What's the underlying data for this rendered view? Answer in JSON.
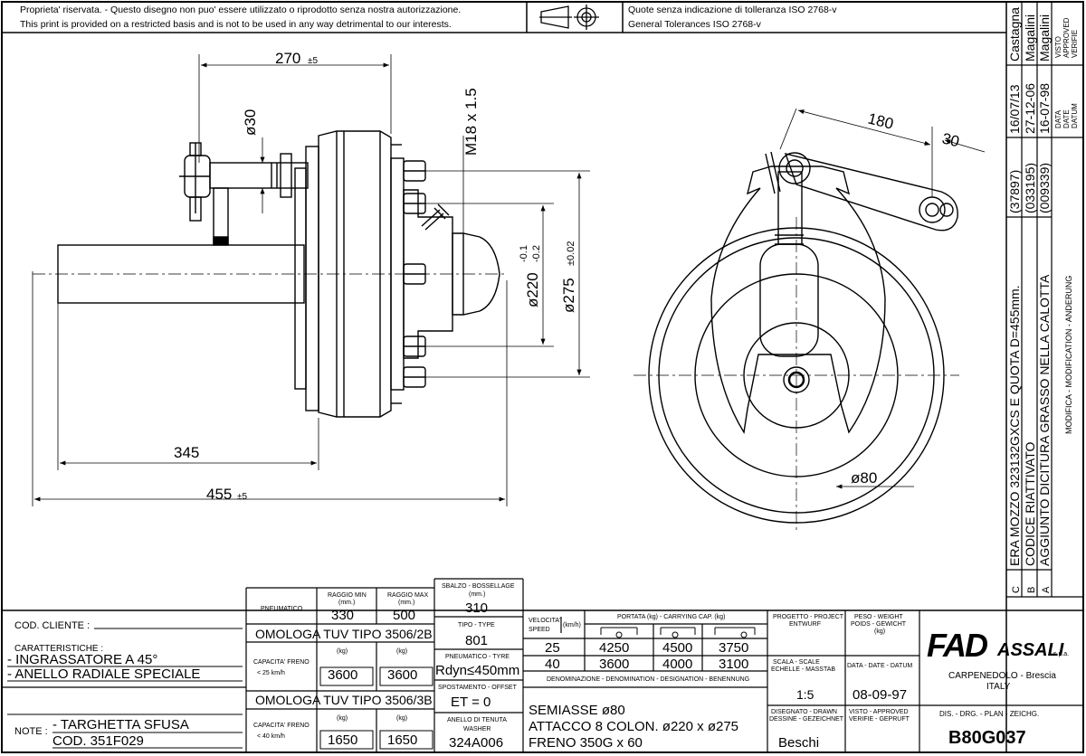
{
  "header": {
    "notice_it": "Proprieta' riservata. - Questo disegno non puo' essere utilizzato o riprodotto senza nostra autorizzazione.",
    "notice_en": "This print is provided on a restricted basis and is not to be used in any way detrimental to our interests.",
    "tolerance_it": "Quote senza indicazione di tolleranza ISO 2768-v",
    "tolerance_en": "General Tolerances ISO 2768-v"
  },
  "dimensions": {
    "d270": "270",
    "d270_tol": "±5",
    "d30": "ø30",
    "m18": "M18 x 1.5",
    "d220": "ø220",
    "d220_tol_up": "-0.1",
    "d220_tol_dn": "-0.2",
    "d275": "ø275",
    "d275_tol": "±0.02",
    "d345": "345",
    "d455": "455",
    "d455_tol": "±5",
    "d180": "180",
    "d30b": "30",
    "d80": "ø80"
  },
  "revisions": {
    "rows": [
      {
        "letter": "C",
        "desc": "ERA MOZZO 323132GXCS E QUOTA D=455mm.",
        "ref": "(37897)",
        "date": "16/07/13",
        "visto": "Castagna"
      },
      {
        "letter": "B",
        "desc": "CODICE RIATTIVATO",
        "ref": "(033195)",
        "date": "27-12-06",
        "visto": "Magalini"
      },
      {
        "letter": "A",
        "desc": "AGGIUNTO DICITURA GRASSO NELLA CALOTTA",
        "ref": "(009339)",
        "date": "16-07-98",
        "visto": "Magalini"
      }
    ],
    "col_modifica": "MODIFICA - MODIFICATION - ANDERUNG",
    "col_date_1": "DATA",
    "col_date_2": "DATE",
    "col_date_3": "DATUM",
    "col_visto_1": "VISTO",
    "col_visto_2": "APPROVED",
    "col_visto_3": "VERIFIE"
  },
  "title_block": {
    "cod_cliente": "COD. CLIENTE :",
    "caratteristiche": "CARATTERISTICHE :",
    "char_1": "- INGRASSATORE A 45°",
    "char_2": "- ANELLO RADIALE SPECIALE",
    "note_label": "NOTE :",
    "note_1": "- TARGHETTA SFUSA",
    "note_2": "COD. 351F029",
    "pneumatico": "PNEUMATICO",
    "raggio_min_1": "RAGGIO MIN",
    "raggio_min_2": "(mm.)",
    "raggio_max_1": "RAGGIO MAX",
    "raggio_max_2": "(mm.)",
    "raggio_min": "330",
    "raggio_max": "500",
    "omologa_1": "OMOLOGA TUV TIPO 3506/2B",
    "omologa_2": "OMOLOGA TUV TIPO 3506/3B",
    "cap_freno": "CAPACITA' FRENO",
    "cap_25": "< 25 km/h",
    "cap_40": "< 40 km/h",
    "kg": "(kg)",
    "cap_1a": "3600",
    "cap_1b": "3600",
    "cap_2a": "1650",
    "cap_2b": "1650",
    "sbalzo_1": "SBALZO - BOSSELLAGE",
    "sbalzo_2": "(mm.)",
    "sbalzo": "310",
    "tipo_label": "TIPO - TYPE",
    "tipo": "801",
    "tyre_label": "PNEUMATICO - TYRE",
    "tyre": "Rdyn≤450mm",
    "offset_label": "SPOSTAMENTO - OFFSET",
    "offset": "ET = 0",
    "anello_1": "ANELLO DI TENUTA",
    "anello_2": "WASHER",
    "anello": "324A006",
    "velocita_1": "VELOCITA'",
    "velocita_2": "SPEED",
    "kmh": "(km/h)",
    "portata": "PORTATA (kg) - CARRYING CAP. (kg)",
    "speeds": [
      "25",
      "40"
    ],
    "loads_25": [
      "4250",
      "4500",
      "3750"
    ],
    "loads_40": [
      "3600",
      "4000",
      "3100"
    ],
    "denominazione": "DENOMINAZIONE - DENOMINATION - DESIGNATION - BENENNUNG",
    "desc_1": "SEMIASSE  ø80",
    "desc_2": "ATTACCO 8 COLON. ø220 x ø275",
    "desc_3": "FRENO  350G x 60",
    "progetto_1": "PROGETTO - PROJECT",
    "progetto_2": "ENTWURF",
    "peso_1": "PESO - WEIGHT",
    "peso_2": "POIDS - GEWICHT",
    "peso_3": "(kg)",
    "scala_1": "SCALA - SCALE",
    "scala_2": "ECHELLE - MASSTAB",
    "scala": "1:5",
    "data_label": "DATA - DATE - DATUM",
    "data": "08-09-97",
    "disegnato_1": "DISEGNATO - DRAWN",
    "disegnato_2": "DESSINE - GEZEICHNET",
    "disegnato": "Beschi",
    "visto_1": "VISTO - APPROVED",
    "visto_2": "VERIFIE - GEPRUFT",
    "company_logo": "FAD",
    "company_name": "ASSALI",
    "company_suffix": "s.p.a.",
    "company_city": "CARPENEDOLO - Brescia",
    "company_country": "ITALY",
    "dis_label": "DIS. - DRG. - PLAN - ZEICHG.",
    "dis_number": "B80G037"
  }
}
